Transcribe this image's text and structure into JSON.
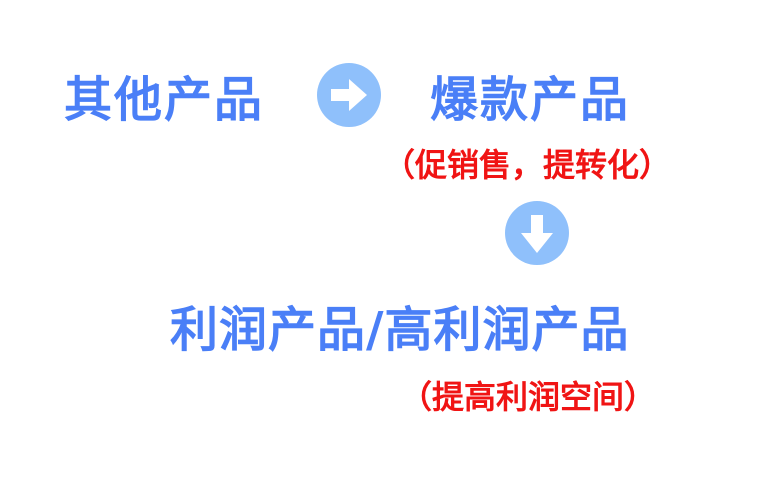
{
  "diagram": {
    "nodes": {
      "other_products": "其他产品",
      "hot_products": "爆款产品",
      "profit_products": "利润产品/高利润产品"
    },
    "notes": {
      "hot_note": "（促销售，提转化）",
      "profit_note": "（提高利润空间）"
    },
    "arrows": [
      {
        "from": "other_products",
        "to": "hot_products",
        "icon": "arrow-right-icon"
      },
      {
        "from": "hot_products",
        "to": "profit_products",
        "icon": "arrow-down-icon"
      }
    ],
    "colors": {
      "node_text": "#4a7ff7",
      "note_text": "#f01414",
      "arrow_circle": "#8fc0fb",
      "arrow_glyph": "#ffffff"
    }
  }
}
